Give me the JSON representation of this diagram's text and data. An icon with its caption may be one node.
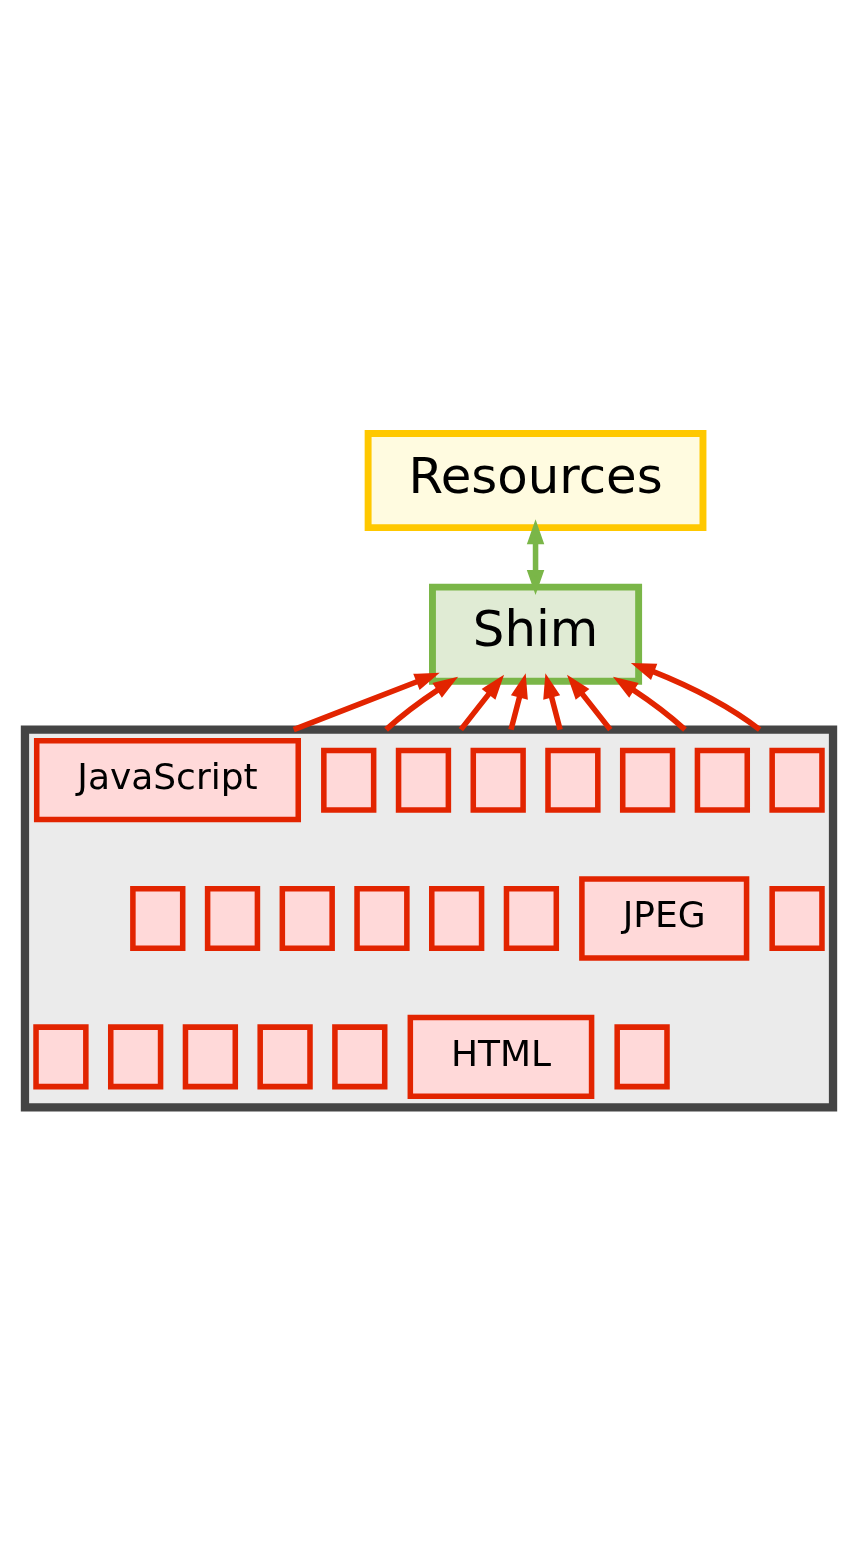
{
  "diagram": {
    "nodes": [
      {
        "text": [
          "Resources"
        ]
      },
      {
        "text": [
          "Shim"
        ]
      },
      {
        "text": [],
        "shape": "box"
      },
      {
        "text": [
          "JavaScript"
        ],
        "in": 2
      },
      {
        "text": [],
        "shape": "box",
        "in": 2
      },
      {
        "text": [],
        "shape": "box",
        "in": 2
      },
      {
        "text": [],
        "shape": "box",
        "in": 2
      },
      {
        "text": [],
        "shape": "box",
        "in": 2
      },
      {
        "text": [],
        "shape": "box",
        "in": 2
      },
      {
        "text": [],
        "shape": "box",
        "in": 2
      },
      {
        "text": [],
        "shape": "box",
        "in": 2
      },
      {
        "text": [],
        "shape": "box",
        "in": 2
      },
      {
        "text": [],
        "shape": "box",
        "in": 2
      },
      {
        "text": [
          "JPEG"
        ],
        "in": 2
      },
      {
        "text": [],
        "shape": "box",
        "in": 2
      },
      {
        "text": [],
        "shape": "box",
        "in": 2
      },
      {
        "text": [],
        "shape": "box",
        "in": 2
      },
      {
        "text": [],
        "shape": "box",
        "in": 2
      },
      {
        "text": [],
        "shape": "box",
        "in": 2
      },
      {
        "text": [],
        "shape": "box",
        "in": 2
      },
      {
        "text": [
          "HTML"
        ],
        "in": 2
      },
      {
        "text": [],
        "shape": "box",
        "in": 2
      },
      {
        "text": [],
        "shape": "box",
        "in": 2
      },
      {
        "text": [],
        "shape": "box",
        "in": 2
      },
      {
        "text": [],
        "shape": "box",
        "in": 2
      },
      {
        "text": [],
        "shape": "box",
        "in": 2
      }
    ],
    "edges": [
      {
        "from": 1,
        "to": 0,
        "arrow": "both",
        "color": "#7ab648"
      },
      {
        "from": 2,
        "to": 1,
        "arrow": "to"
      },
      {
        "from": 2,
        "to": 1,
        "arrow": "to"
      },
      {
        "from": 2,
        "to": 1,
        "arrow": "to"
      },
      {
        "from": 2,
        "to": 1,
        "arrow": "to"
      },
      {
        "from": 2,
        "to": 1,
        "arrow": "to"
      },
      {
        "from": 2,
        "to": 1,
        "arrow": "to"
      },
      {
        "from": 2,
        "to": 1,
        "arrow": "to"
      },
      {
        "from": 2,
        "to": 1,
        "arrow": "to"
      }
    ]
  }
}
